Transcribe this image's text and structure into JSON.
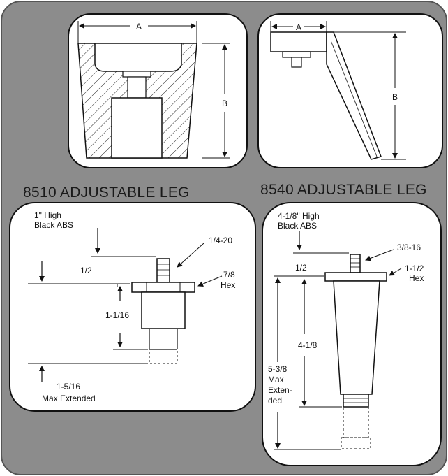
{
  "top_left": {
    "dim_a": "A",
    "dim_b": "B"
  },
  "top_right": {
    "dim_a": "A",
    "dim_b": "B"
  },
  "leg_8510": {
    "title": "8510 ADJUSTABLE LEG",
    "material_line1": "1\" High",
    "material_line2": "Black ABS",
    "thread": "1/4-20",
    "hex_size": "7/8",
    "hex_label": "Hex",
    "dim_half": "1/2",
    "dim_body": "1-1/16",
    "dim_extended": "1-5/16",
    "extended_label": "Max Extended"
  },
  "leg_8540": {
    "title": "8540 ADJUSTABLE LEG",
    "material_line1": "4-1/8\" High",
    "material_line2": "Black ABS",
    "thread": "3/8-16",
    "hex_size": "1-1/2",
    "hex_label": "Hex",
    "dim_half": "1/2",
    "dim_body": "4-1/8",
    "dim_total": "5-3/8",
    "max_line1": "Max",
    "max_line2": "Exten-",
    "max_line3": "ded"
  },
  "colors": {
    "background": "#8c8c8c",
    "panel": "#ffffff",
    "ink": "#111111"
  }
}
